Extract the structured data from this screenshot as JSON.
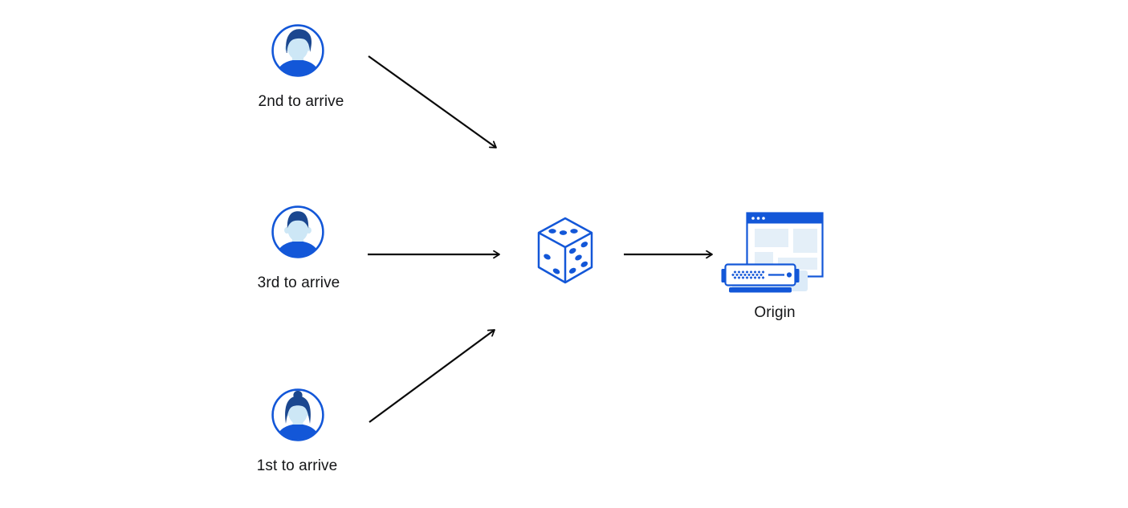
{
  "diagram": {
    "type": "flow-diagram",
    "topic": "requests routed by random selection to an origin"
  },
  "users": [
    {
      "id": "user-2nd",
      "label": "2nd to arrive",
      "icon": "man-side-part-avatar-icon"
    },
    {
      "id": "user-3rd",
      "label": "3rd to arrive",
      "icon": "man-short-hair-avatar-icon"
    },
    {
      "id": "user-1st",
      "label": "1st to arrive",
      "icon": "woman-bun-avatar-icon"
    }
  ],
  "dice": {
    "id": "dice",
    "icon": "dice-icon",
    "visible_pips": {
      "top_face": 3,
      "left_face": 2,
      "right_face": 5
    }
  },
  "origin": {
    "id": "origin",
    "label": "Origin",
    "icon": "origin-server-icon"
  },
  "edges": [
    {
      "from": "user-2nd",
      "to": "dice",
      "style": "straight-black-arrow"
    },
    {
      "from": "user-3rd",
      "to": "dice",
      "style": "straight-black-arrow"
    },
    {
      "from": "user-1st",
      "to": "dice",
      "style": "straight-black-arrow"
    },
    {
      "from": "dice",
      "to": "origin",
      "style": "straight-black-arrow"
    }
  ],
  "colors": {
    "primary_blue": "#1357d8",
    "dark_navy_hair": "#1b478f",
    "light_blue_skin": "#cde7f6",
    "panel_light_blue": "#e4eff8",
    "icon_shadow_blue": "#dcebf8",
    "arrow_black": "#0a0a0a",
    "text_black": "#141517",
    "background": "#ffffff"
  }
}
